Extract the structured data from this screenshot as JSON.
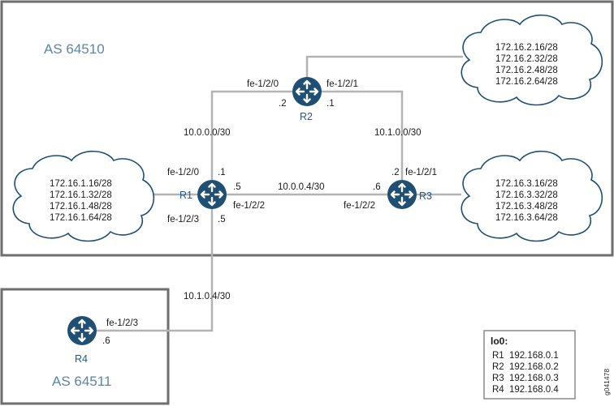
{
  "as_labels": {
    "as1": "AS 64510",
    "as2": "AS 64511"
  },
  "routers": {
    "r1": {
      "name": "R1"
    },
    "r2": {
      "name": "R2"
    },
    "r3": {
      "name": "R3"
    },
    "r4": {
      "name": "R4"
    }
  },
  "networks": {
    "r1_r2": "10.0.0.0/30",
    "r2_r3": "10.1.0.0/30",
    "r1_r3": "10.0.0.4/30",
    "r1_r4": "10.1.0.4/30"
  },
  "interfaces": {
    "r2_left_if": "fe-1/2/0",
    "r2_left_ip": ".2",
    "r2_right_if": "fe-1/2/1",
    "r2_right_ip": ".1",
    "r1_top_if": "fe-1/2/0",
    "r1_top_ip": ".1",
    "r1_right_ip": ".5",
    "r1_right_if": "fe-1/2/2",
    "r1_bottom_if": "fe-1/2/3",
    "r1_bottom_ip": ".5",
    "r3_top_ip": ".2",
    "r3_top_if": "fe-1/2/1",
    "r3_left_ip": ".6",
    "r3_left_if": "fe-1/2/2",
    "r4_if": "fe-1/2/3",
    "r4_ip": ".6"
  },
  "clouds": {
    "r1": [
      "172.16.1.16/28",
      "172.16.1.32/28",
      "172.16.1.48/28",
      "172.16.1.64/28"
    ],
    "r2": [
      "172.16.2.16/28",
      "172.16.2.32/28",
      "172.16.2.48/28",
      "172.16.2.64/28"
    ],
    "r3": [
      "172.16.3.16/28",
      "172.16.3.32/28",
      "172.16.3.48/28",
      "172.16.3.64/28"
    ]
  },
  "legend": {
    "title": "lo0:",
    "rows": [
      {
        "router": "R1",
        "address": "192.168.0.1"
      },
      {
        "router": "R2",
        "address": "192.168.0.2"
      },
      {
        "router": "R3",
        "address": "192.168.0.3"
      },
      {
        "router": "R4",
        "address": "192.168.0.4"
      }
    ]
  },
  "figure_id": "g041478",
  "colors": {
    "router": "#1f4f73",
    "as_text": "#5a86a8",
    "link": "#b3b3b3",
    "box": "#6e6e6e"
  }
}
